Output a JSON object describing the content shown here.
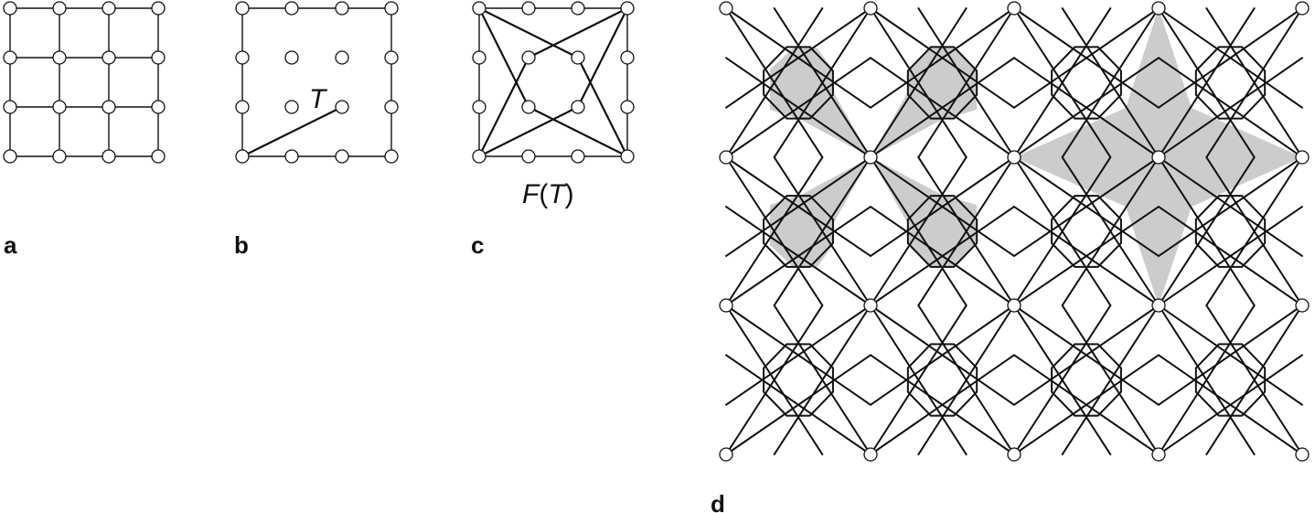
{
  "figure": {
    "panels": {
      "a": {
        "letter": "a"
      },
      "b": {
        "letter": "b",
        "segment_label": "T"
      },
      "c": {
        "letter": "c",
        "caption": {
          "func": "F",
          "open": "(",
          "arg": "T",
          "close": ")"
        }
      },
      "d": {
        "letter": "d"
      }
    }
  },
  "colors": {
    "line": "#111111",
    "node_fill": "#ffffff",
    "shade": "#cccccc",
    "background": "#ffffff"
  }
}
